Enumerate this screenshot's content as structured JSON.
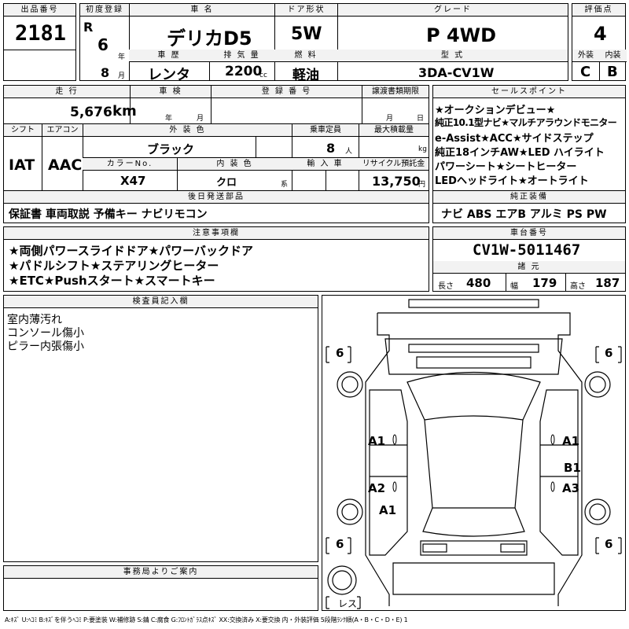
{
  "lot": {
    "label": "出品番号",
    "value": "2181"
  },
  "first_reg": {
    "label": "初度登録",
    "era": "R",
    "year": "6",
    "year_unit": "年",
    "month": "8",
    "month_unit": "月"
  },
  "car_name": {
    "label": "車 名",
    "value": "デリカD5"
  },
  "door": {
    "label": "ドア形状",
    "value": "5W"
  },
  "grade": {
    "label": "グレード",
    "value": "P 4WD"
  },
  "score": {
    "label": "評価点",
    "value": "4",
    "ext_label": "外装",
    "int_label": "内装",
    "ext": "C",
    "int": "B"
  },
  "history": {
    "label": "車 歴",
    "value": "レンタ"
  },
  "displacement": {
    "label": "排 気 量",
    "value": "2200",
    "unit": "cc"
  },
  "fuel": {
    "label": "燃 料",
    "value": "軽油"
  },
  "model": {
    "label": "型 式",
    "value": "3DA-CV1W"
  },
  "mileage": {
    "label": "走 行",
    "value": "5,676",
    "unit": "km"
  },
  "inspection": {
    "label": "車 検",
    "year_unit": "年",
    "month_unit": "月"
  },
  "reg_no": {
    "label": "登 録 番 号"
  },
  "transfer": {
    "label": "譲渡書類期限",
    "month_unit": "月",
    "day_unit": "日"
  },
  "shift": {
    "label": "シフト",
    "value": "IAT"
  },
  "ac": {
    "label": "エアコン",
    "value": "AAC"
  },
  "ext_color": {
    "label": "外 装 色",
    "value": "ブラック"
  },
  "capacity": {
    "label": "乗車定員",
    "value": "8",
    "unit": "人"
  },
  "max_load": {
    "label": "最大積載量",
    "unit": "kg"
  },
  "color_no": {
    "label": "カラーNo.",
    "value": "X47"
  },
  "int_color": {
    "label": "内 装 色",
    "value": "クロ",
    "unit": "系"
  },
  "import": {
    "label": "輸 入 車"
  },
  "recycle": {
    "label": "リサイクル預託金",
    "value": "13,750",
    "unit": "円"
  },
  "sales": {
    "label": "セールスポイント",
    "lines": [
      "★オークションデビュー★",
      "純正10.1型ナビ★マルチアラウンドモニター",
      "e-Assist★ACC★サイドステップ",
      "純正18インチAW★LED ハイライト",
      "パワーシート★シートヒーター",
      "LEDヘッドライト★オートライト"
    ]
  },
  "later_parts": {
    "label": "後日発送部品",
    "value": "保証書 車両取説 予備キー ナビリモコン"
  },
  "genuine": {
    "label": "純正装備",
    "value": "ナビ ABS エアB アルミ PS PW"
  },
  "notes": {
    "label": "注意事項欄",
    "lines": [
      "★両側パワースライドドア★パワーバックドア",
      "★パドルシフト★ステアリングヒーター",
      "★ETC★Pushスタート★スマートキー"
    ]
  },
  "chassis": {
    "label": "車台番号",
    "value": "CV1W-5011467"
  },
  "specs": {
    "label": "諸 元",
    "length_label": "長さ",
    "length": "480",
    "width_label": "幅",
    "width": "179",
    "height_label": "高さ",
    "height": "187"
  },
  "inspector": {
    "label": "検査員記入欄",
    "lines": [
      "室内薄汚れ",
      "コンソール傷小",
      "ピラー内張傷小"
    ]
  },
  "diagram": {
    "tl": "6",
    "tr": "6",
    "bl": "6",
    "br": "6",
    "l1": "A1",
    "l2": "A2",
    "l3": "A1",
    "r1": "A1",
    "r2": "B1",
    "r3": "A3",
    "spare": "レス"
  },
  "office": {
    "label": "事務局よりご案内"
  },
  "legend": "A:ｷｽﾞ U:ﾍｺﾐ B:ｷｽﾞを伴うﾍｺﾐ P:要塗装 W:補修跡 S:錆 C:腐食 G:ﾌﾛﾝﾄｶﾞﾗｽ点ｷｽﾞ XX:交換済み X:要交換 内・外装評価 5段階ﾗﾝｸ順(A・B・C・D・E) 1"
}
